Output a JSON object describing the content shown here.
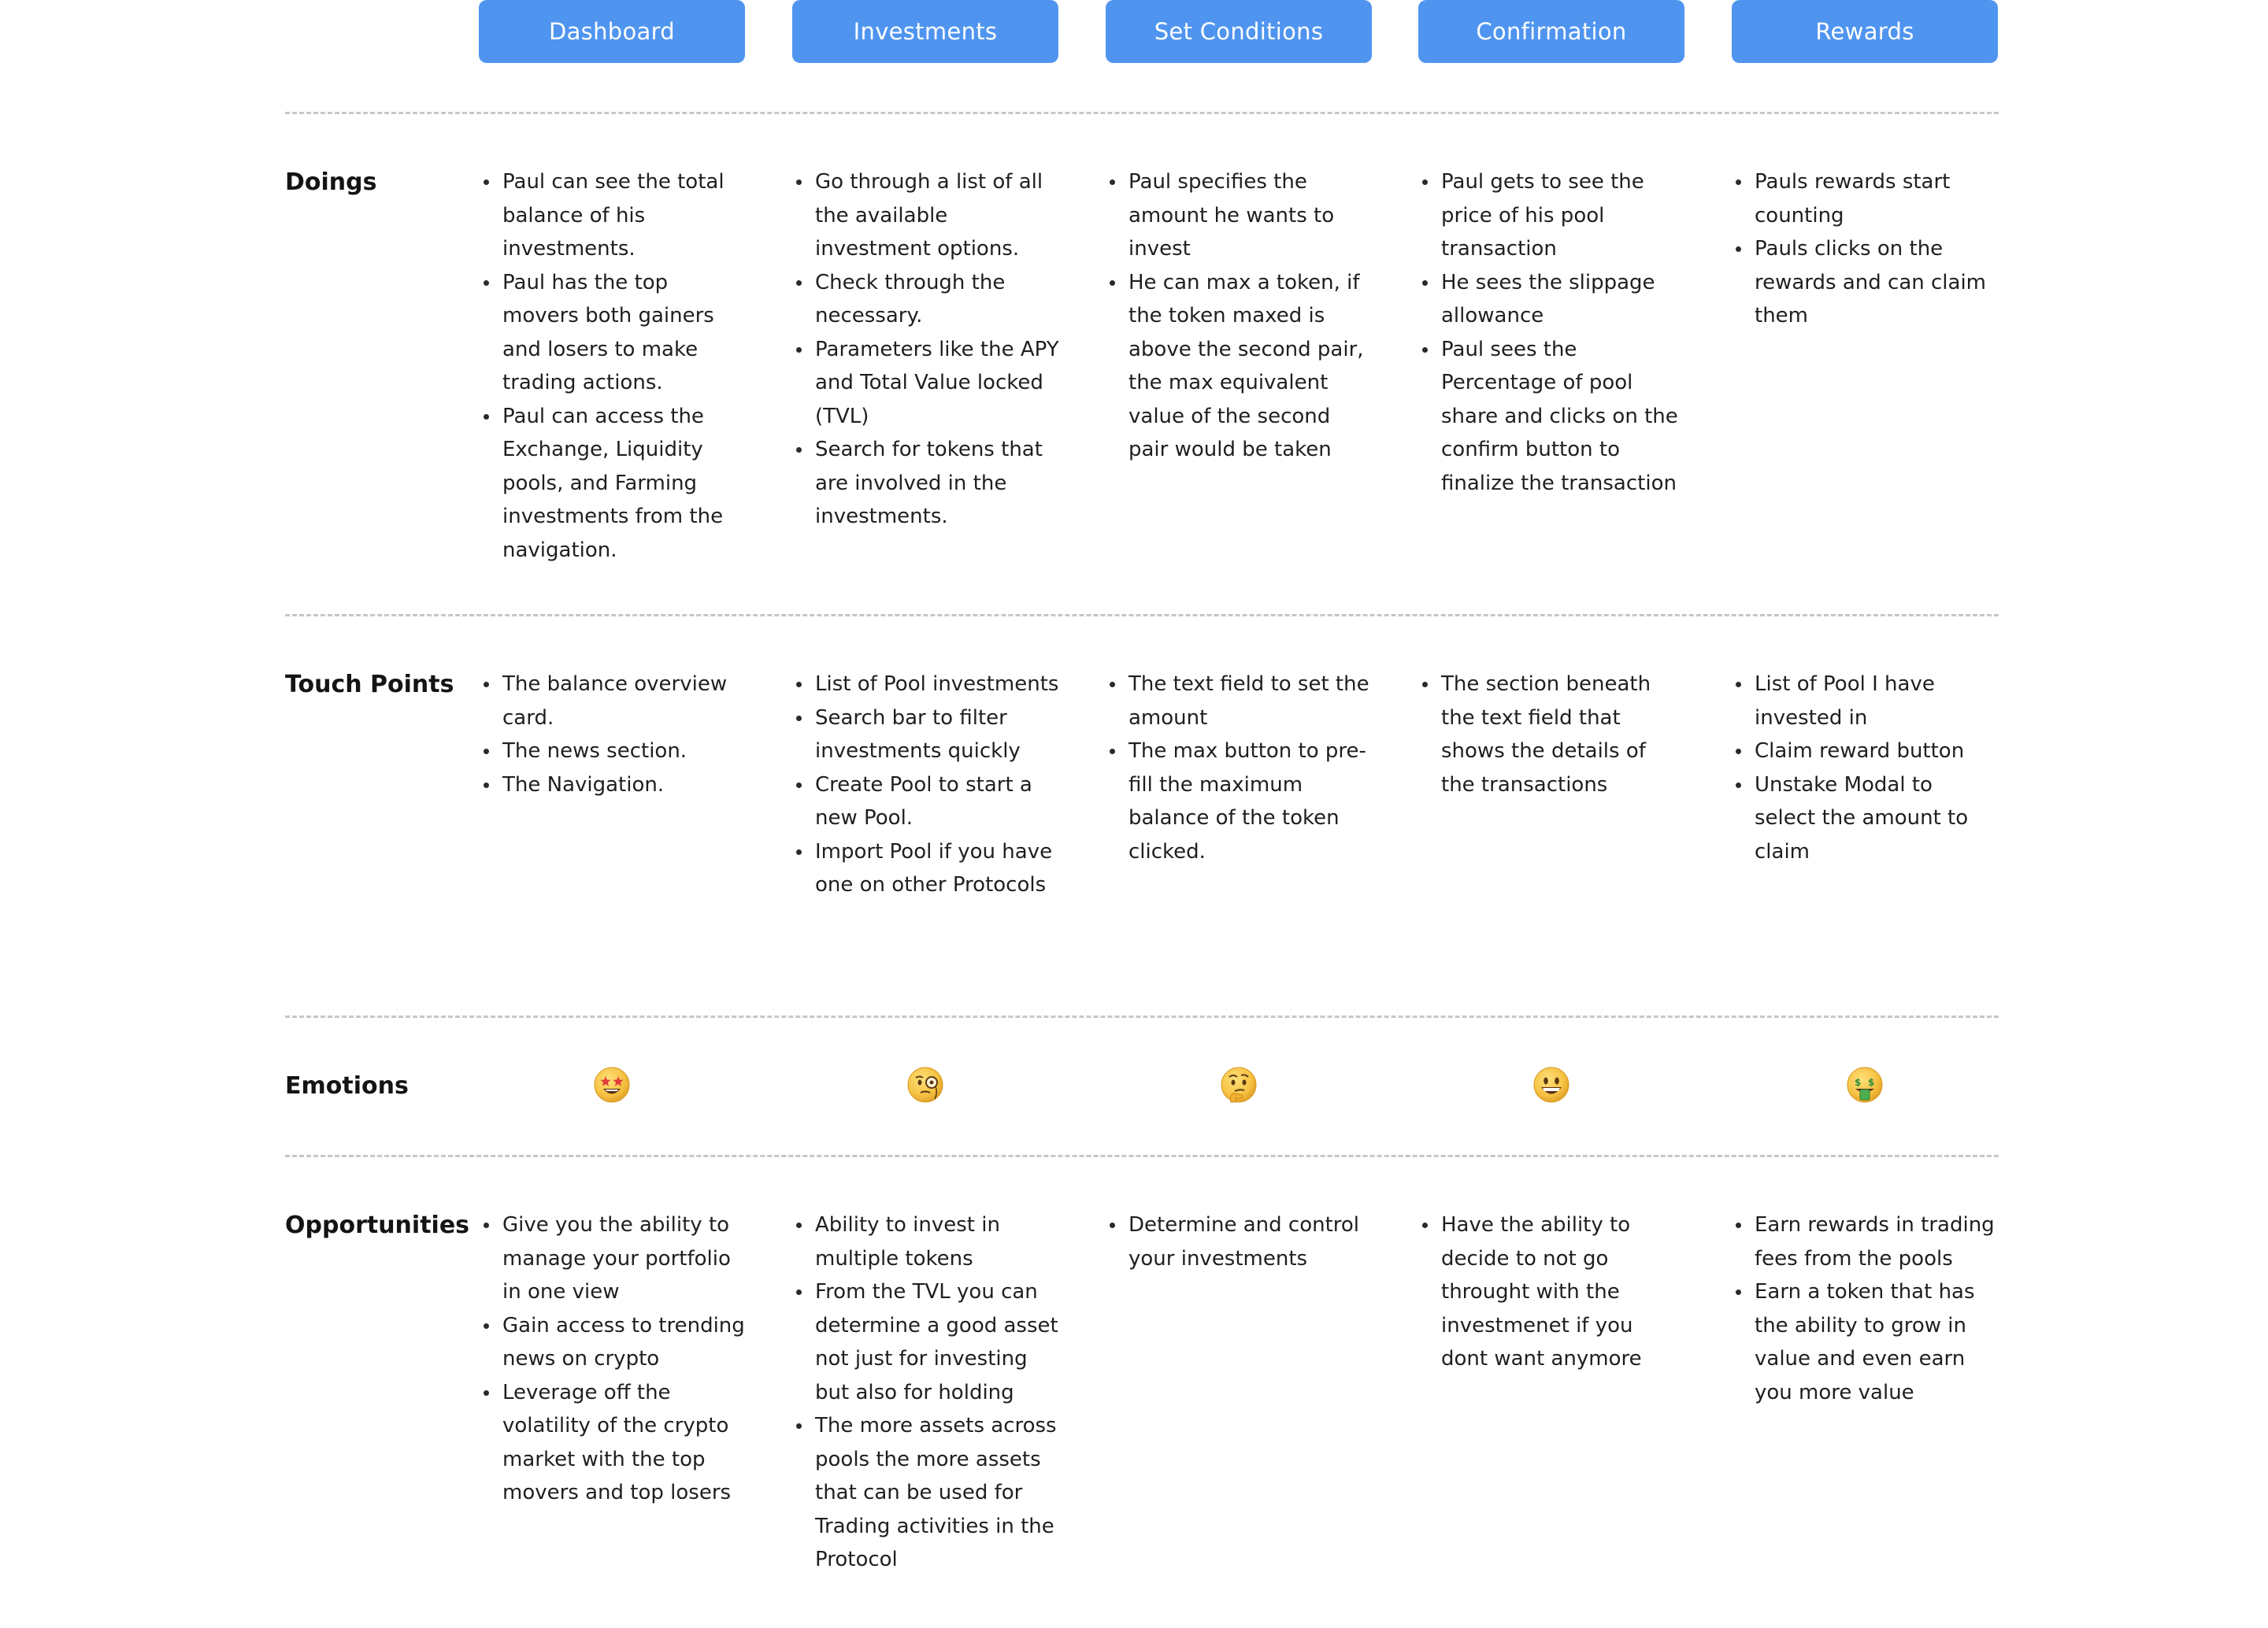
{
  "stages": [
    "Dashboard",
    "Investments",
    "Set Conditions",
    "Confirmation",
    "Rewards"
  ],
  "rows": [
    {
      "label": "Doings",
      "cells": [
        [
          "Paul can see the total balance of his investments.",
          "Paul has the top movers both gainers and losers to make trading actions.",
          "Paul can access the Exchange, Liquidity pools, and Farming investments from the navigation."
        ],
        [
          "Go through a list of all the available investment options.",
          "Check through the necessary.",
          "Parameters like the APY and Total Value locked (TVL)",
          "Search for tokens that are involved in the investments."
        ],
        [
          "Paul specifies the amount he wants to invest",
          "He can max a token, if the token maxed is above the second pair, the max equivalent value of the second pair would be taken"
        ],
        [
          "Paul gets to see the price of his pool transaction",
          "He sees the slippage allowance",
          "Paul sees the Percentage of pool share and clicks on the confirm button to finalize the transaction"
        ],
        [
          "Pauls rewards start counting",
          "Pauls clicks on the rewards and can claim them"
        ]
      ]
    },
    {
      "label": "Touch Points",
      "cells": [
        [
          "The balance overview card.",
          "The news section.",
          "The Navigation."
        ],
        [
          "List of Pool investments",
          "Search bar to filter investments quickly",
          "Create Pool to start a new Pool.",
          "Import Pool if you have one on other Protocols"
        ],
        [
          "The text field to set the amount",
          "The max button to pre-fill the maximum balance of the token clicked."
        ],
        [
          "The section beneath the text field that shows the details of the transactions"
        ],
        [
          "List of Pool I have invested in",
          "Claim reward button",
          "Unstake Modal to select the amount to claim"
        ]
      ]
    },
    {
      "label": "Emotions",
      "emojis": [
        "star-struck-emoji-icon",
        "monocle-face-emoji-icon",
        "thinking-face-emoji-icon",
        "grinning-face-emoji-icon",
        "money-mouth-face-emoji-icon"
      ]
    },
    {
      "label": "Opportunities",
      "cells": [
        [
          "Give you the ability to manage your portfolio in one view",
          "Gain access to trending news on crypto",
          "Leverage off the volatility of the crypto market with the top movers and top losers"
        ],
        [
          "Ability to invest in multiple tokens",
          "From the TVL you can determine a good asset not just for investing but also for holding",
          "The more assets across pools the more assets that can be used for Trading activities in the Protocol"
        ],
        [
          "Determine and control your investments"
        ],
        [
          "Have the ability to decide to not go throught with the investmenet if you dont want anymore"
        ],
        [
          "Earn rewards in trading fees from the pools",
          "Earn a token that has the ability to grow in value and even earn you more value"
        ]
      ]
    }
  ],
  "colors": {
    "button": "#4f95f0",
    "separator": "#c7c7c7",
    "emoji": "#f6c243"
  }
}
